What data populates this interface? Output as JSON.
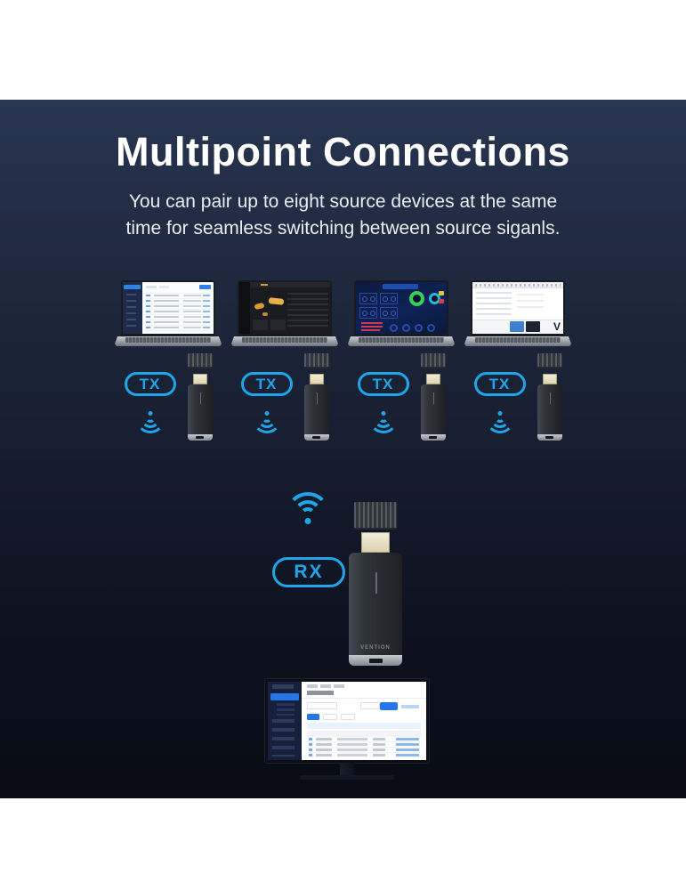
{
  "header": {
    "title": "Multipoint Connections",
    "subtitle_lines": [
      "You can pair up to eight source devices at the same",
      "time for seamless switching between source siganls."
    ]
  },
  "transmitters": {
    "label": "TX",
    "count": 4,
    "wifi_icon": "wifi-down"
  },
  "receiver": {
    "label": "RX",
    "wifi_icon": "wifi",
    "brand": "VENTION"
  },
  "laptops": {
    "count": 4,
    "screen_4_logo": "V"
  },
  "colors": {
    "accent_blue": "#1fa6ea",
    "panel_gradient_top": "#2a3753",
    "panel_gradient_bottom": "#090c14",
    "canvas_white": "#ffffff",
    "dongle_body": "#2c2f36",
    "hdmi_connector": "#ece4c9",
    "silver_band": "#aab0b8",
    "highlight_blue_ui": "#2576e8"
  }
}
